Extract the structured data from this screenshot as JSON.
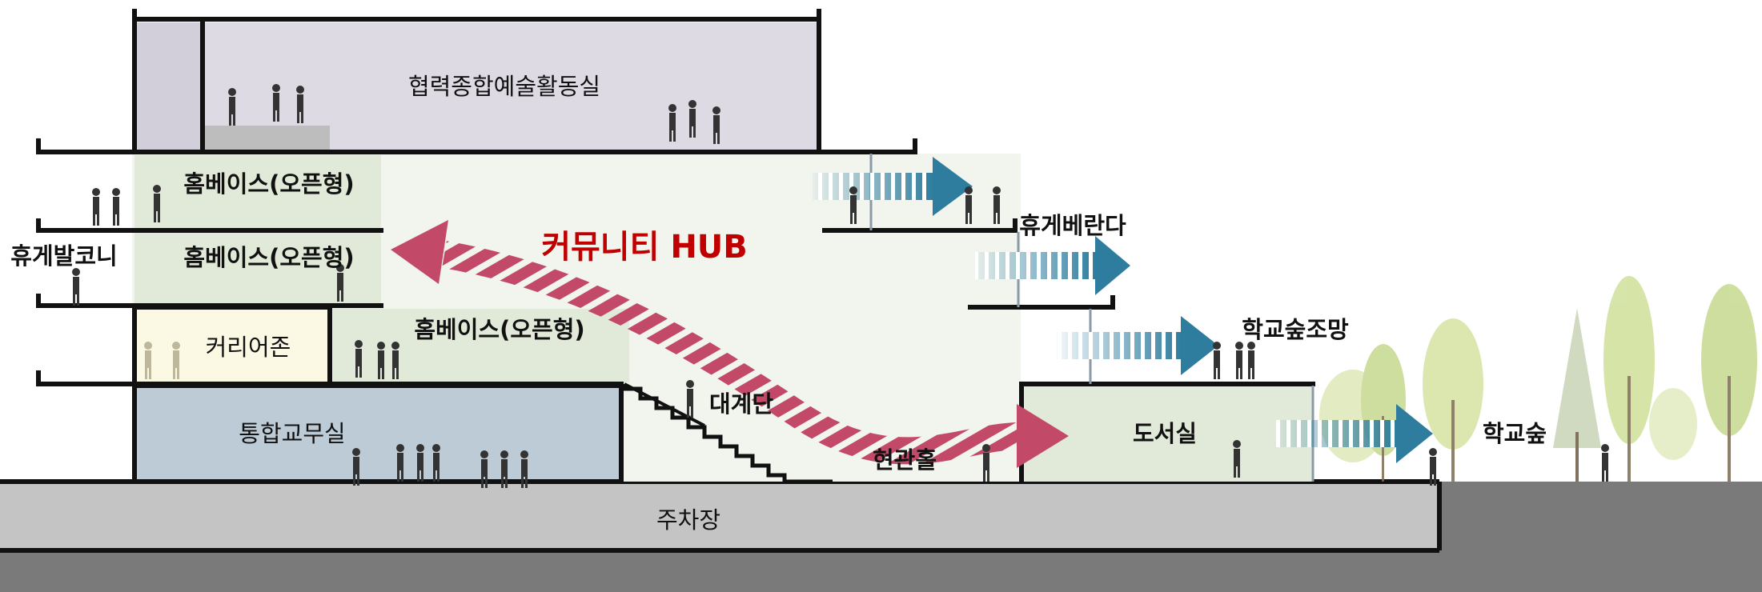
{
  "colors": {
    "ground_dark": "#7a7a7a",
    "parking": "#c4c4c4",
    "top_room": "#dddae3",
    "stage": "#bdbdbd",
    "homebase": "#e1ead8",
    "atrium": "#f1f5ee",
    "career": "#fbf8e3",
    "office": "#bccbd6",
    "library": "#e1ead8",
    "arrow_red": "#c24a68",
    "arrow_blue": "#2f7d9e",
    "hub_text": "#c00000",
    "structure": "#111111"
  },
  "labels": {
    "top_room": "협력종합예술활동실",
    "homebase_1": "홈베이스(오픈형)",
    "homebase_2": "홈베이스(오픈형)",
    "homebase_3": "홈베이스(오픈형)",
    "balcony": "휴게발코니",
    "career_zone": "커리어존",
    "office": "통합교무실",
    "stairs": "대계단",
    "hall": "현관홀",
    "library": "도서실",
    "veranda": "휴게베란다",
    "forest_view": "학교숲조망",
    "school_forest": "학교숲",
    "parking": "주차장",
    "hub": "커뮤니티 HUB"
  }
}
